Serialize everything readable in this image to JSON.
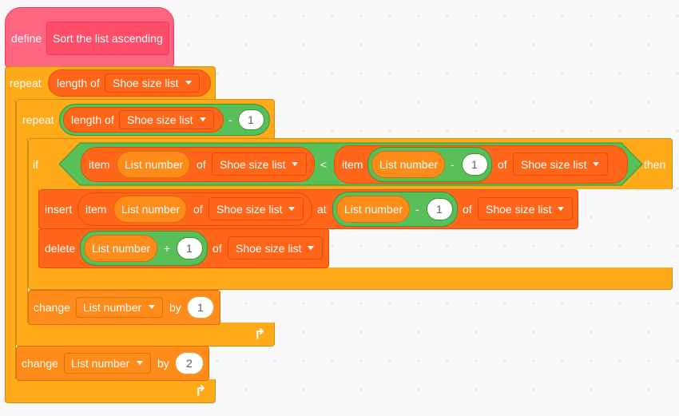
{
  "define": {
    "keyword": "define",
    "name": "Sort the list ascending"
  },
  "repeat_outer": {
    "keyword": "repeat",
    "length_of": "length of",
    "list": "Shoe size list"
  },
  "repeat_inner": {
    "keyword": "repeat",
    "length_of": "length of",
    "list": "Shoe size list",
    "minus": "-",
    "value": "1"
  },
  "if_block": {
    "keyword": "if",
    "then": "then",
    "lt": "<",
    "left": {
      "item": "item",
      "index": "List number",
      "of": "of",
      "list": "Shoe size list"
    },
    "right": {
      "item": "item",
      "index": "List number",
      "minus": "-",
      "value": "1",
      "of": "of",
      "list": "Shoe size list"
    }
  },
  "insert_block": {
    "keyword": "insert",
    "item": "item",
    "index": "List number",
    "of": "of",
    "list": "Shoe size list",
    "at": "at",
    "at_index": "List number",
    "minus": "-",
    "value": "1",
    "of2": "of",
    "list2": "Shoe size list"
  },
  "delete_block": {
    "keyword": "delete",
    "index": "List number",
    "plus": "+",
    "value": "1",
    "of": "of",
    "list": "Shoe size list"
  },
  "change_inner": {
    "keyword": "change",
    "variable": "List number",
    "by": "by",
    "value": "1"
  },
  "change_outer": {
    "keyword": "change",
    "variable": "List number",
    "by": "by",
    "value": "2"
  },
  "icons": {
    "loop_arrow": "loop-arrow-icon",
    "dropdown": "caret-down-icon"
  },
  "colors": {
    "my_blocks": "#ff6680",
    "control": "#ffab19",
    "operators": "#59c059",
    "variables": "#ff8c1a",
    "lists": "#ff661a"
  }
}
